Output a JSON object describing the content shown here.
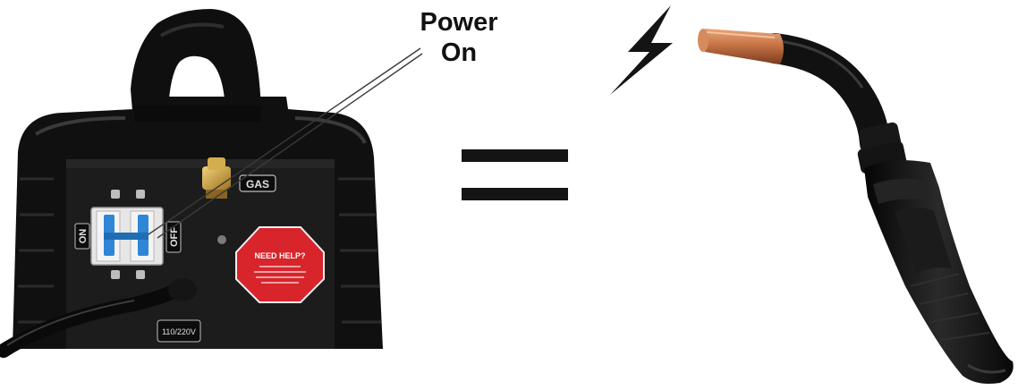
{
  "callout": {
    "line1": "Power",
    "line2": "On"
  },
  "welder": {
    "gas_label": "GAS",
    "switch_on_label": "ON",
    "switch_off_label": "OFF",
    "help_sticker_title": "NEED HELP?",
    "cable_tag_text": "110/220V"
  },
  "symbols": {
    "equals": "equals-sign",
    "lightning": "lightning-bolt-icon"
  },
  "colors": {
    "body": "#141414",
    "breaker_blue": "#2f86d6",
    "sticker_red": "#d8242b",
    "copper_tip": "#b8643a"
  }
}
